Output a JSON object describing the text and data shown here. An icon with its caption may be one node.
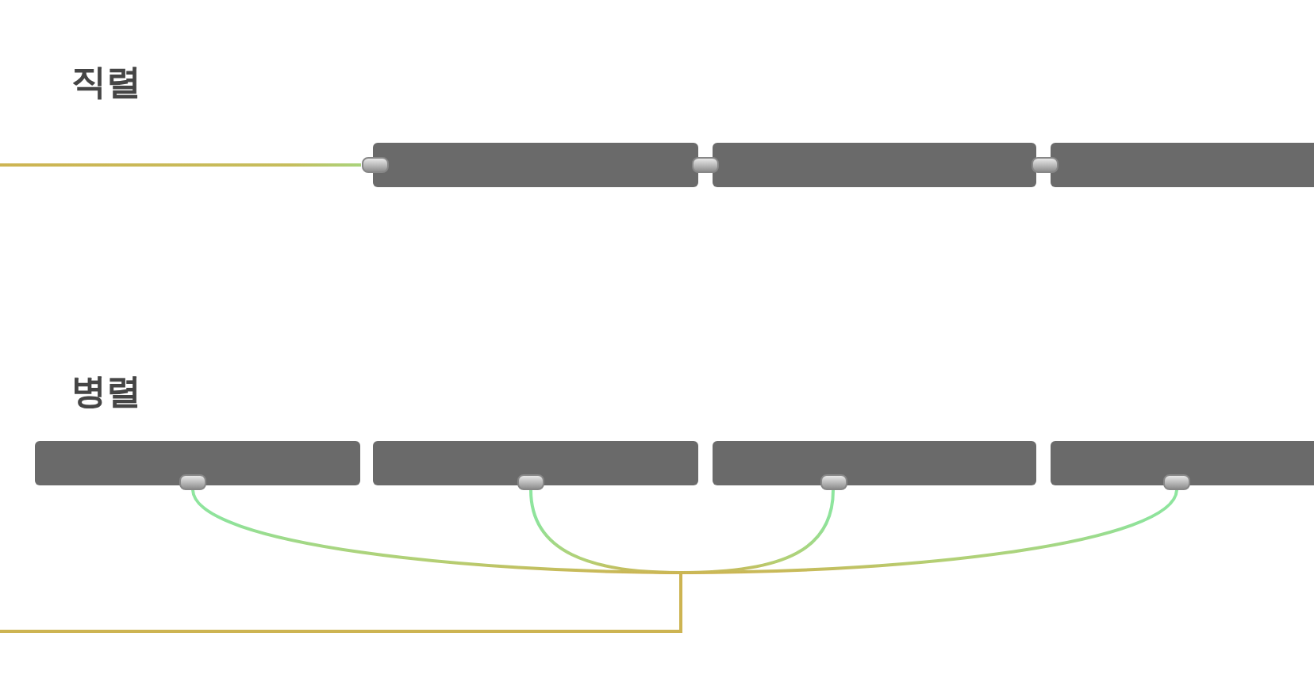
{
  "diagram": {
    "nodes": [
      {
        "text": [],
        "shape": "bar"
      },
      {
        "text": [],
        "shape": "bar"
      },
      {
        "text": [],
        "shape": "bar"
      },
      {
        "text": [],
        "shape": "bar"
      },
      {
        "text": [],
        "shape": "bar"
      },
      {
        "text": [],
        "shape": "bar"
      },
      {
        "text": [],
        "shape": "bar"
      },
      {
        "text": [],
        "shape": "plug"
      },
      {
        "text": [],
        "shape": "plug"
      },
      {
        "text": [],
        "shape": "plug"
      },
      {
        "text": [],
        "shape": "plug"
      },
      {
        "text": [],
        "shape": "plug"
      },
      {
        "text": [],
        "shape": "plug"
      },
      {
        "text": [],
        "shape": "plug"
      }
    ],
    "edges": [
      {
        "from": null,
        "to": 7,
        "arrow": "none"
      },
      {
        "from": null,
        "to": 10,
        "arrow": "none"
      },
      {
        "from": null,
        "to": 11,
        "arrow": "none"
      },
      {
        "from": null,
        "to": 12,
        "arrow": "none"
      },
      {
        "from": null,
        "to": 13,
        "arrow": "none"
      }
    ],
    "labels": [
      "직렬",
      "병렬"
    ]
  }
}
